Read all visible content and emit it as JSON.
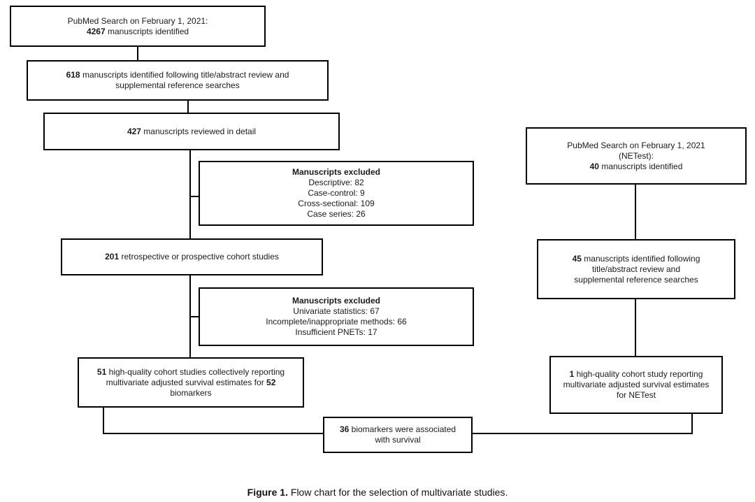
{
  "left": {
    "search": {
      "line1": "PubMed Search on February 1, 2021:",
      "count": "4267",
      "line2_suffix": " manuscripts identified"
    },
    "screened": {
      "count": "618",
      "line1_suffix": " manuscripts identified following title/abstract review and",
      "line2": "supplemental reference searches"
    },
    "reviewed": {
      "count": "427",
      "suffix": " manuscripts reviewed in detail"
    },
    "excluded1": {
      "title": "Manuscripts excluded",
      "items": [
        "Descriptive: 82",
        "Case-control: 9",
        "Cross-sectional: 109",
        "Case series: 26"
      ]
    },
    "cohort": {
      "count": "201",
      "suffix": " retrospective or prospective cohort studies"
    },
    "excluded2": {
      "title": "Manuscripts excluded",
      "items": [
        "Univariate statistics: 67",
        "Incomplete/inappropriate methods: 66",
        "Insufficient PNETs: 17"
      ]
    },
    "final": {
      "count": "51",
      "line1_suffix": " high-quality cohort studies collectively reporting",
      "line2_prefix": "multivariate adjusted survival estimates for ",
      "line2_count": "52",
      "line3": "biomarkers"
    }
  },
  "right": {
    "search": {
      "line1": "PubMed Search on February 1, 2021",
      "line2": "(NETest):",
      "count": "40",
      "line3_suffix": " manuscripts identified"
    },
    "screened": {
      "count": "45",
      "line1_suffix": " manuscripts identified following",
      "line2": "title/abstract review and",
      "line3": "supplemental reference searches"
    },
    "final": {
      "count": "1",
      "line1_suffix": " high-quality cohort study reporting",
      "line2": "multivariate adjusted survival estimates",
      "line3": "for NETest"
    }
  },
  "result": {
    "count": "36",
    "line1_suffix": " biomarkers were associated",
    "line2": "with survival"
  },
  "caption": {
    "label": "Figure 1.",
    "text": " Flow chart for the selection of multivariate studies."
  }
}
